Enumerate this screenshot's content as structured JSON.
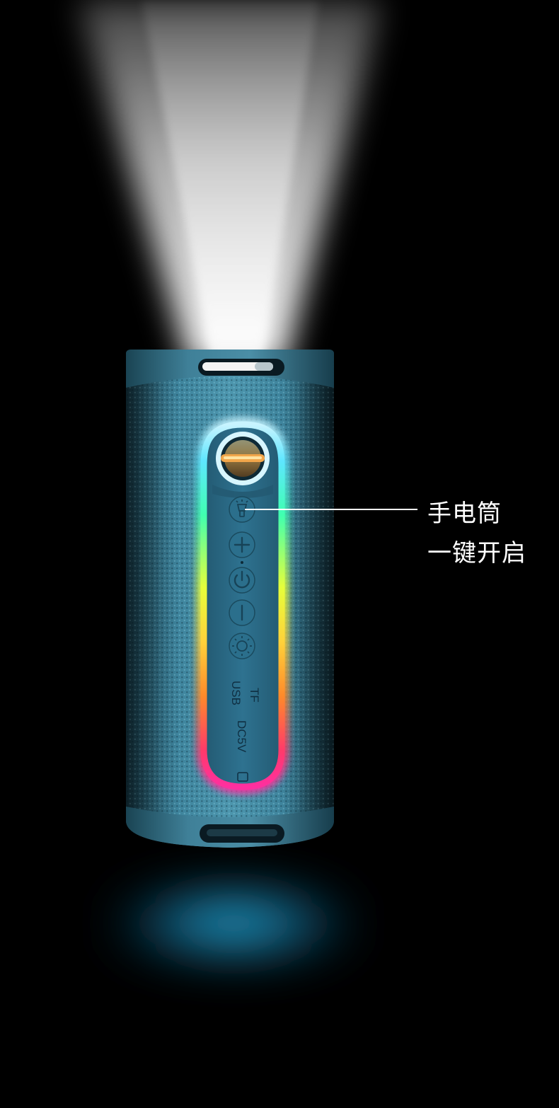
{
  "callout": {
    "line1": "手电筒",
    "line2": "一键开启"
  },
  "panel": {
    "tf_label": "TF",
    "usb_label": "USB",
    "dc_label": "DC5V"
  },
  "buttons": [
    {
      "icon": "flashlight-icon"
    },
    {
      "icon": "plus-icon"
    },
    {
      "icon": "power-icon"
    },
    {
      "icon": "minus-icon"
    },
    {
      "icon": "mode-icon"
    }
  ],
  "colors": {
    "background": "#000000",
    "speaker_body": "#2f6f86",
    "fabric": "#3f8aa2",
    "panel": "#2a6a85",
    "under_glow": "#1fa6d6",
    "beam": "#ffffff",
    "callout_text": "#ffffff"
  }
}
